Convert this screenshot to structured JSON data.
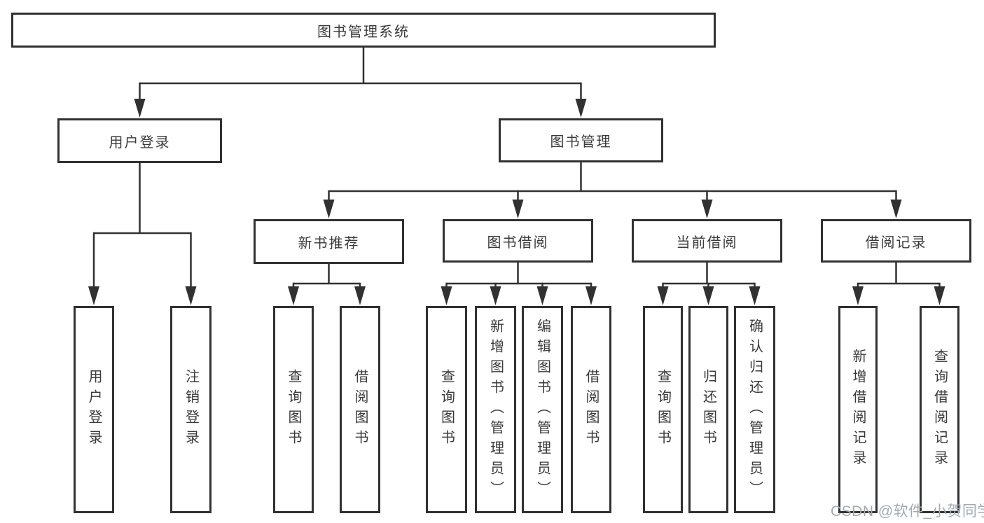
{
  "diagram": {
    "title": "图书管理系统",
    "colors": {
      "line": "#313131",
      "box_border": "#313131",
      "box_fill": "#ffffff",
      "text": "#3a3a3a",
      "watermark": "#a4aab1"
    },
    "nodes": [
      {
        "id": "root",
        "label": "图书管理系统",
        "parent": null,
        "orientation": "horizontal"
      },
      {
        "id": "login",
        "label": "用户登录",
        "parent": "root",
        "orientation": "horizontal"
      },
      {
        "id": "bookmgmt",
        "label": "图书管理",
        "parent": "root",
        "orientation": "horizontal"
      },
      {
        "id": "newrec",
        "label": "新书推荐",
        "parent": "bookmgmt",
        "orientation": "horizontal"
      },
      {
        "id": "borrow",
        "label": "图书借阅",
        "parent": "bookmgmt",
        "orientation": "horizontal"
      },
      {
        "id": "current",
        "label": "当前借阅",
        "parent": "bookmgmt",
        "orientation": "horizontal"
      },
      {
        "id": "records",
        "label": "借阅记录",
        "parent": "bookmgmt",
        "orientation": "horizontal"
      },
      {
        "id": "login-user",
        "label": "用户登录",
        "parent": "login",
        "orientation": "vertical"
      },
      {
        "id": "login-logout",
        "label": "注销登录",
        "parent": "login",
        "orientation": "vertical"
      },
      {
        "id": "newrec-query",
        "label": "查询图书",
        "parent": "newrec",
        "orientation": "vertical"
      },
      {
        "id": "newrec-borrow",
        "label": "借阅图书",
        "parent": "newrec",
        "orientation": "vertical"
      },
      {
        "id": "borrow-query",
        "label": "查询图书",
        "parent": "borrow",
        "orientation": "vertical"
      },
      {
        "id": "borrow-add",
        "label": "新增图书（管理员）",
        "parent": "borrow",
        "orientation": "vertical"
      },
      {
        "id": "borrow-edit",
        "label": "编辑图书（管理员）",
        "parent": "borrow",
        "orientation": "vertical"
      },
      {
        "id": "borrow-borrow",
        "label": "借阅图书",
        "parent": "borrow",
        "orientation": "vertical"
      },
      {
        "id": "current-query",
        "label": "查询图书",
        "parent": "current",
        "orientation": "vertical"
      },
      {
        "id": "current-return",
        "label": "归还图书",
        "parent": "current",
        "orientation": "vertical"
      },
      {
        "id": "current-confirm",
        "label": "确认归还（管理员）",
        "parent": "current",
        "orientation": "vertical"
      },
      {
        "id": "records-add",
        "label": "新增借阅记录",
        "parent": "records",
        "orientation": "vertical"
      },
      {
        "id": "records-query",
        "label": "查询借阅记录",
        "parent": "records",
        "orientation": "vertical"
      }
    ]
  },
  "watermark": {
    "text": "CSDN @软件_小贺同学"
  }
}
